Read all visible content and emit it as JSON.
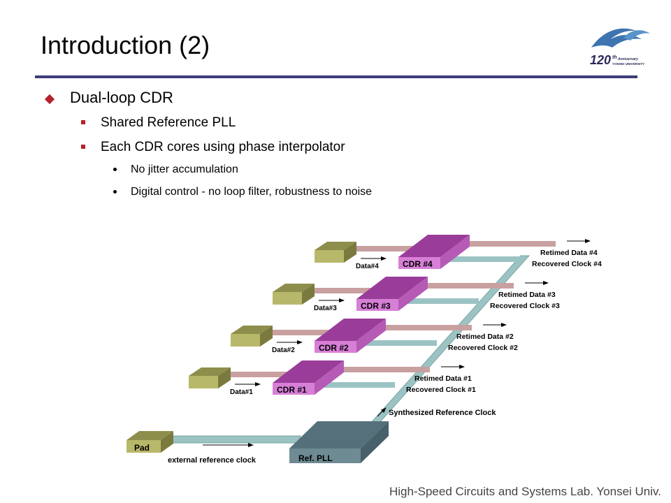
{
  "slide": {
    "title": "Introduction (2)",
    "footer": "High-Speed Circuits and Systems Lab. Yonsei Univ."
  },
  "logo": {
    "number": "120",
    "ordinal": "th",
    "anniversary": "Anniversary",
    "university": "YONSEI UNIVERSITY"
  },
  "bullets": {
    "level1": "Dual-loop CDR",
    "level2": [
      "Shared Reference PLL",
      "Each CDR cores using phase interpolator"
    ],
    "level3": [
      "No jitter accumulation",
      "Digital control - no loop filter, robustness to noise"
    ]
  },
  "diagram": {
    "pad": "Pad",
    "ref_pll": "Ref. PLL",
    "ext_clock": "external reference clock",
    "synth_clock": "Synthesized Reference Clock",
    "cdrs": [
      {
        "name": "CDR #1",
        "data_in": "Data#1",
        "retimed": "Retimed Data #1",
        "recovered": "Recovered Clock #1"
      },
      {
        "name": "CDR #2",
        "data_in": "Data#2",
        "retimed": "Retimed Data #2",
        "recovered": "Recovered Clock #2"
      },
      {
        "name": "CDR #3",
        "data_in": "Data#3",
        "retimed": "Retimed Data #3",
        "recovered": "Recovered Clock #3"
      },
      {
        "name": "CDR #4",
        "data_in": "Data#4",
        "retimed": "Retimed Data #4",
        "recovered": "Recovered Clock #4"
      }
    ],
    "colors": {
      "pad_front": "#b8b86a",
      "pad_top": "#8e8e4c",
      "cdr_front": "#d77fd7",
      "cdr_top": "#9a3d9a",
      "pll_front": "#6e8a93",
      "pll_top": "#55707a",
      "data_bus": "#c9a0a0",
      "clock_bus": "#9cc3c3"
    }
  }
}
